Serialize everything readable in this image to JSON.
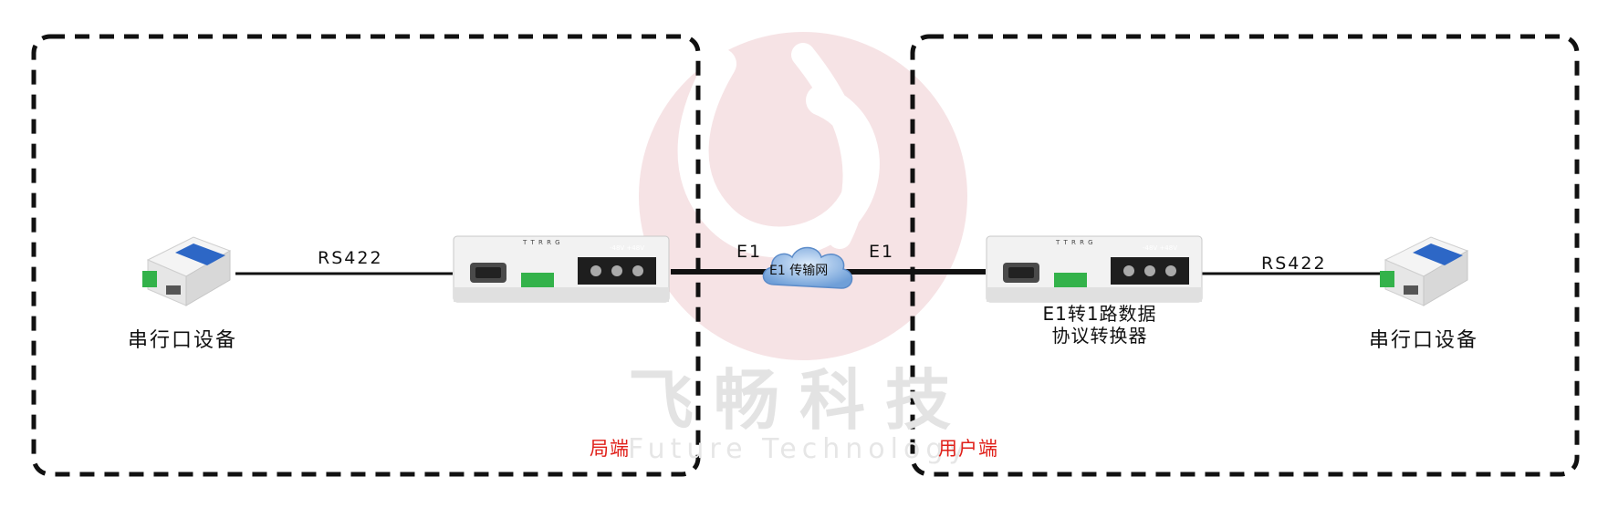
{
  "zones": [
    {
      "label": "局端"
    },
    {
      "label": "用户端"
    }
  ],
  "links": {
    "left_serial": "RS422",
    "right_serial": "RS422",
    "left_e1": "E1",
    "right_e1": "E1",
    "network": "E1 传输网"
  },
  "devices": {
    "left_serial_device": "串行口设备",
    "right_serial_device": "串行口设备",
    "converter_line1": "E1转1路数据",
    "converter_line2": "协议转换器",
    "terminal_label": "-48V +48V",
    "pin_labels": "T T R R G"
  },
  "watermark": {
    "chinese": "飞畅科技",
    "english": "Future Technology"
  },
  "colors": {
    "zone_border": "#111111",
    "end_label": "#e0201a",
    "cloud": "#8fb8e6",
    "logo": "#f3d6d9",
    "device_blue": "#2d67c6",
    "terminal_green": "#33b24a"
  },
  "icons": [
    "serial-device-icon",
    "converter-icon",
    "cloud-icon",
    "logo-watermark-icon"
  ]
}
